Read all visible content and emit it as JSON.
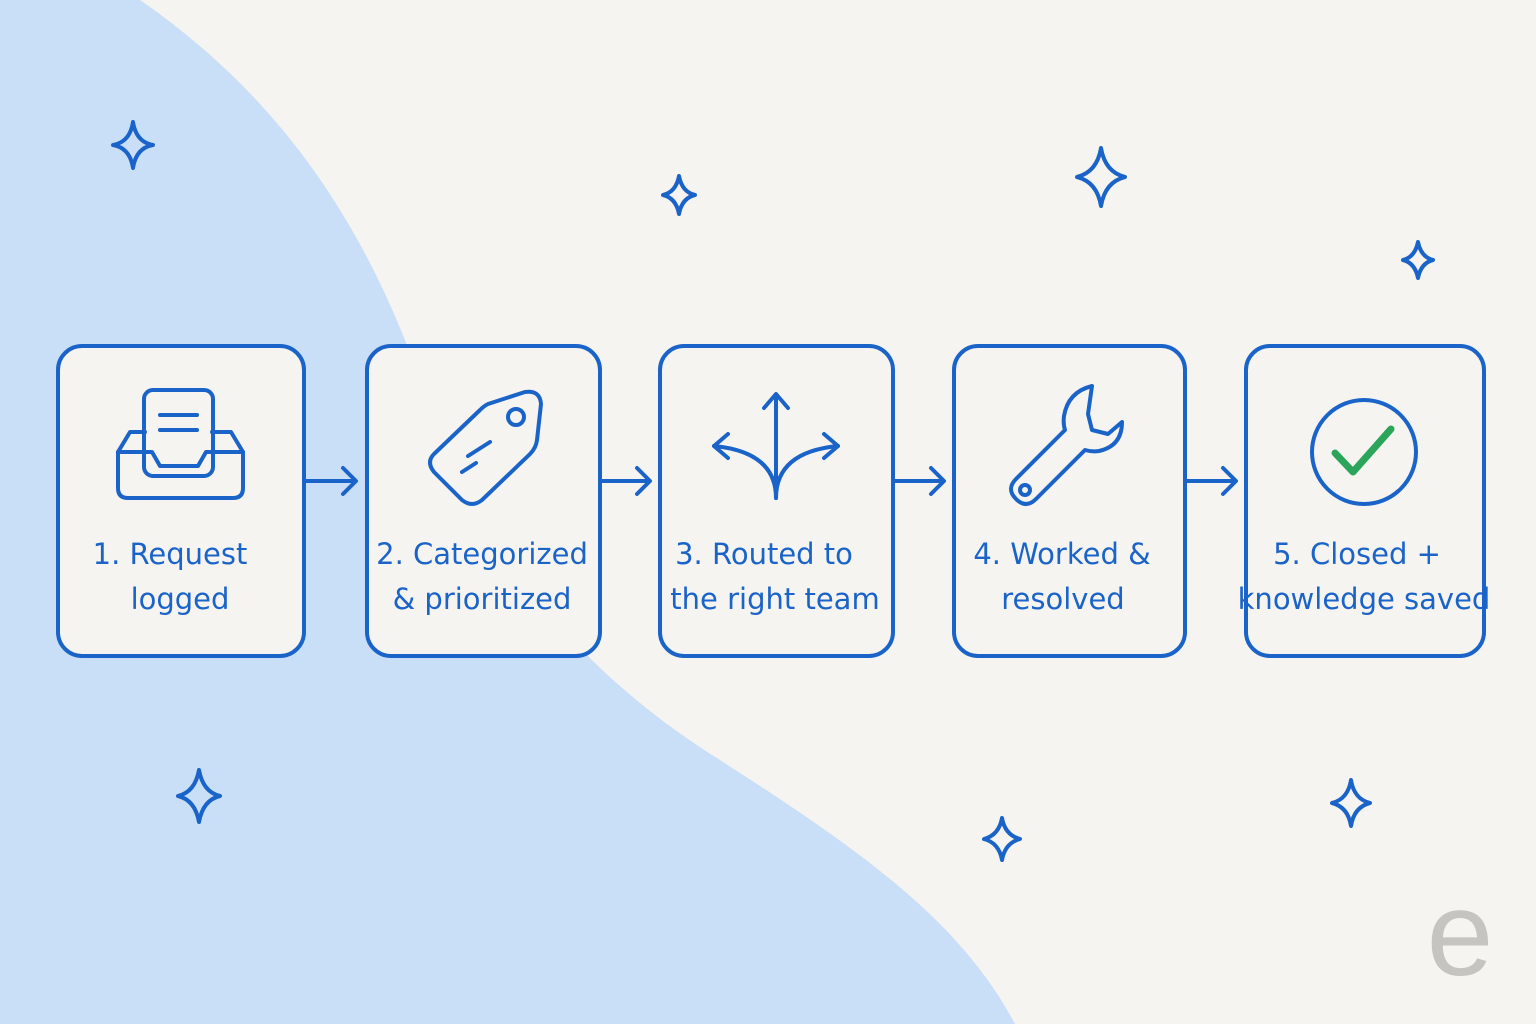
{
  "colors": {
    "background": "#f6f4f0",
    "blob": "#c9dff7",
    "accent": "#1a63c9",
    "check": "#2aa55a",
    "logo": "#c6c4c0"
  },
  "steps": [
    {
      "icon": "inbox-tray-icon",
      "lines": [
        "1. Request",
        "logged"
      ]
    },
    {
      "icon": "tag-icon",
      "lines": [
        "2. Categorized",
        "& prioritized"
      ]
    },
    {
      "icon": "split-arrows-icon",
      "lines": [
        "3. Routed to",
        "the right team"
      ]
    },
    {
      "icon": "wrench-icon",
      "lines": [
        "4. Worked &",
        "resolved"
      ]
    },
    {
      "icon": "checkmark-circle-icon",
      "lines": [
        "5. Closed +",
        "knowledge saved"
      ]
    }
  ],
  "logo": {
    "text": "e"
  }
}
